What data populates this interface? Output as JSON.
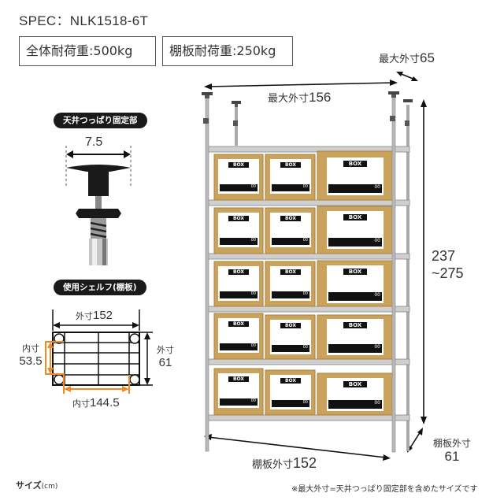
{
  "spec": {
    "title": "SPEC：NLK1518-6T",
    "total_load": "全体耐荷重:500kg",
    "shelf_load": "棚板耐荷重:250kg"
  },
  "ceiling_fixture": {
    "label": "天井つっぱり固定部",
    "width": "7.5"
  },
  "shelf_diagram": {
    "label": "使用シェルフ(棚板)",
    "outer_width_prefix": "外寸",
    "outer_width": "152",
    "outer_depth_prefix": "外寸",
    "outer_depth": "61",
    "inner_depth_prefix": "内寸",
    "inner_depth": "53.5",
    "inner_width_prefix": "内寸",
    "inner_width": "144.5"
  },
  "rack": {
    "max_width_prefix": "最大外寸",
    "max_width": "156",
    "max_depth_prefix": "最大外寸",
    "max_depth": "65",
    "height_line1": "237",
    "height_line2": "~275",
    "shelf_width_prefix": "棚板外寸",
    "shelf_width": "152",
    "shelf_depth_prefix": "棚板外寸",
    "shelf_depth": "61",
    "box_label": "BOX",
    "box_number": "00",
    "rows": 5,
    "boxes_per_row": 3
  },
  "footer": {
    "size_label": "サイズ",
    "unit": "(cm)",
    "note": "※最大外寸=天井つっぱり固定部を含めたサイズです"
  },
  "colors": {
    "cardboard": "#c9a25c",
    "metal": "#b8b8b8",
    "accent_orange": "#f08a24",
    "text": "#333333",
    "pill_bg": "#1a1a1a"
  }
}
